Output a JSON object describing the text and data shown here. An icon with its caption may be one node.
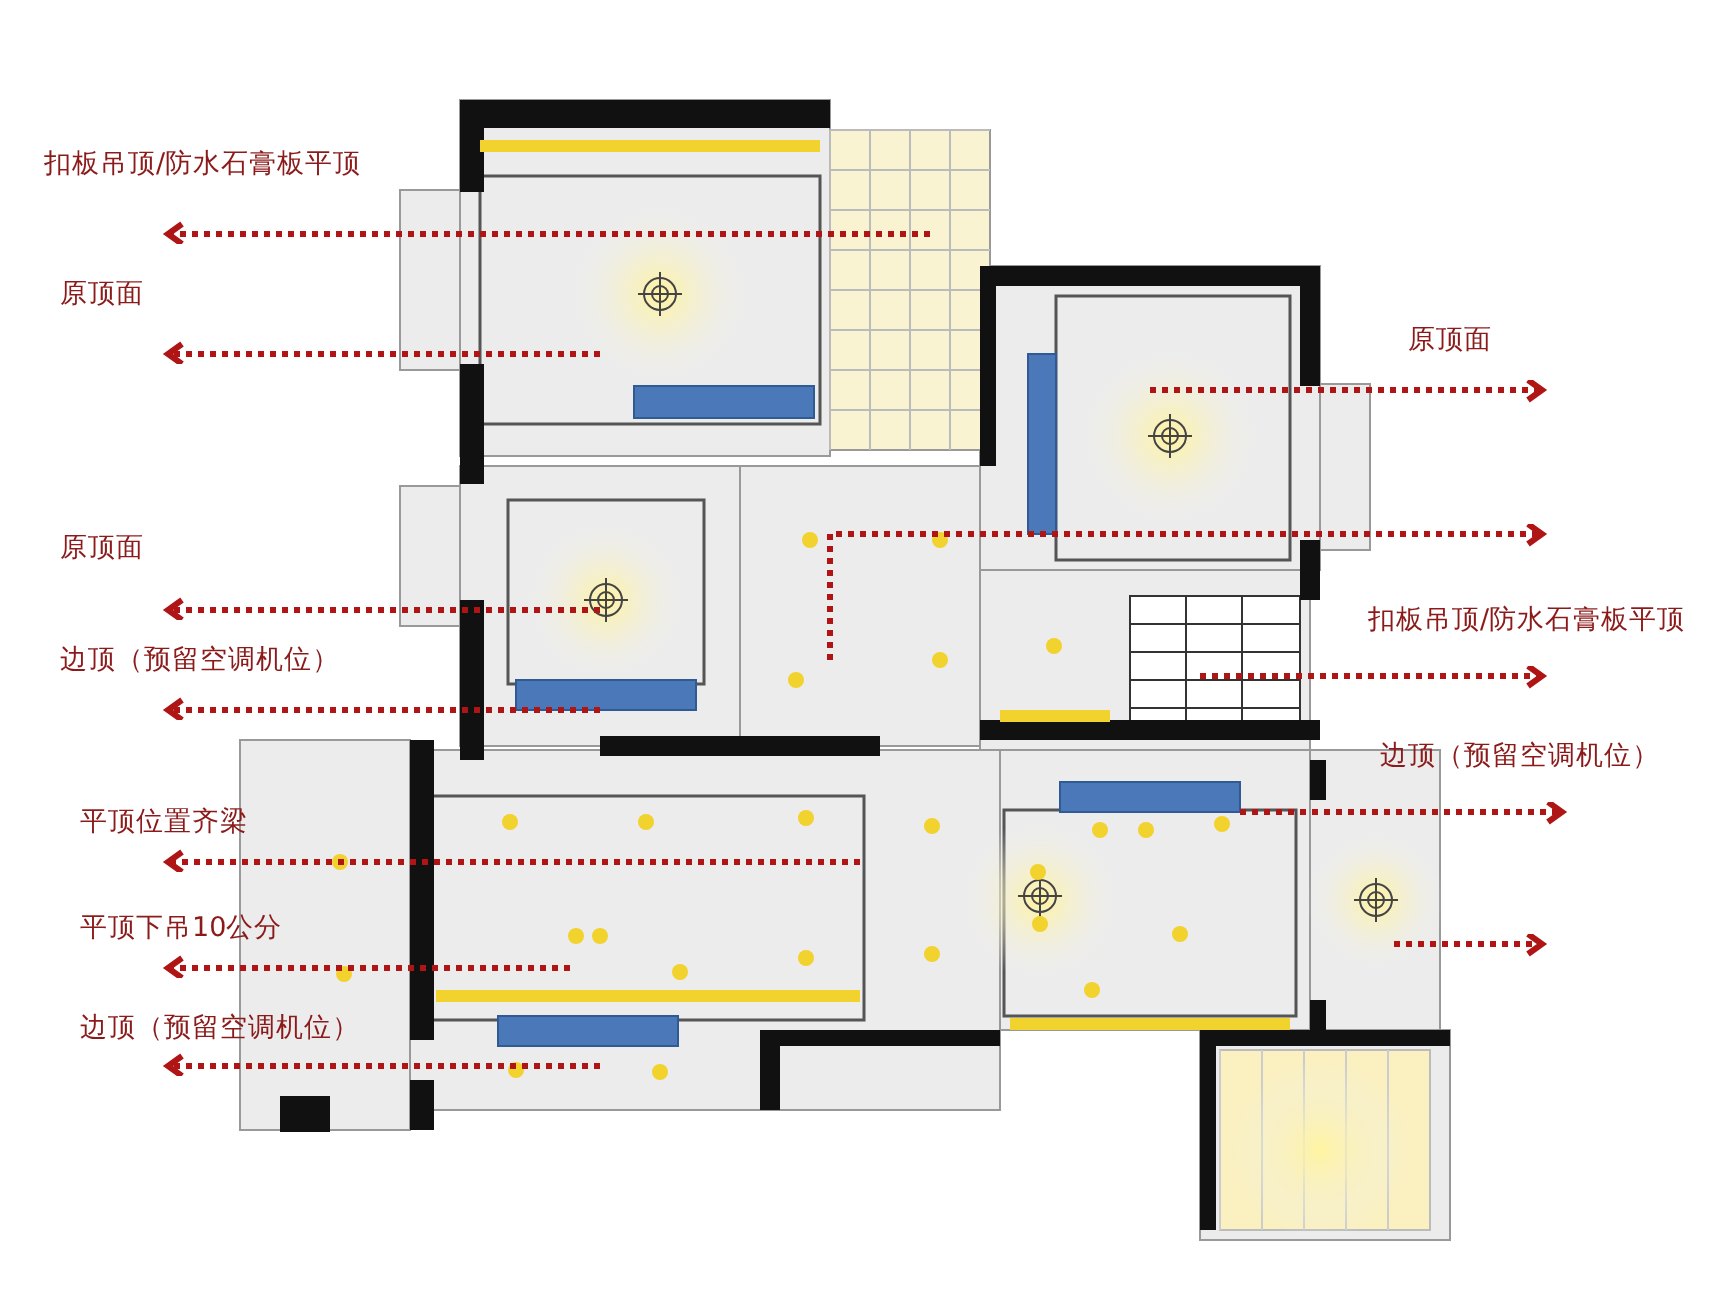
{
  "diagram": {
    "nodes": [
      {
        "text": [
          "扣板吊顶/防水石膏板平顶"
        ]
      },
      {
        "text": [
          "原顶面"
        ]
      },
      {
        "text": [
          "原顶面"
        ]
      },
      {
        "text": [
          "原顶面"
        ]
      },
      {
        "text": [
          "扣板吊顶/防水石膏板平顶"
        ]
      },
      {
        "text": [
          "边顶（预留空调机位）"
        ]
      },
      {
        "text": [
          "边顶（预留空调机位）"
        ]
      },
      {
        "text": [
          "平顶位置齐梁"
        ]
      },
      {
        "text": [
          "平顶下吊10公分"
        ]
      },
      {
        "text": [
          "边顶（预留空调机位）"
        ]
      }
    ],
    "edges": [
      {
        "from": null,
        "to": 0,
        "arrow": "to",
        "style": "dashed"
      },
      {
        "from": null,
        "to": 1,
        "arrow": "to",
        "style": "dashed"
      },
      {
        "from": null,
        "to": 2,
        "arrow": "to",
        "style": "dashed"
      },
      {
        "from": null,
        "to": 3,
        "arrow": "to",
        "style": "dashed"
      },
      {
        "from": null,
        "to": 4,
        "arrow": "to",
        "style": "dashed"
      },
      {
        "from": null,
        "to": 5,
        "arrow": "to",
        "style": "dashed"
      },
      {
        "from": null,
        "to": 6,
        "arrow": "to",
        "style": "dashed"
      },
      {
        "from": null,
        "to": 7,
        "arrow": "to",
        "style": "dashed"
      },
      {
        "from": null,
        "to": 8,
        "arrow": "to",
        "style": "dashed"
      },
      {
        "from": null,
        "to": 9,
        "arrow": "to",
        "style": "dashed"
      }
    ]
  }
}
